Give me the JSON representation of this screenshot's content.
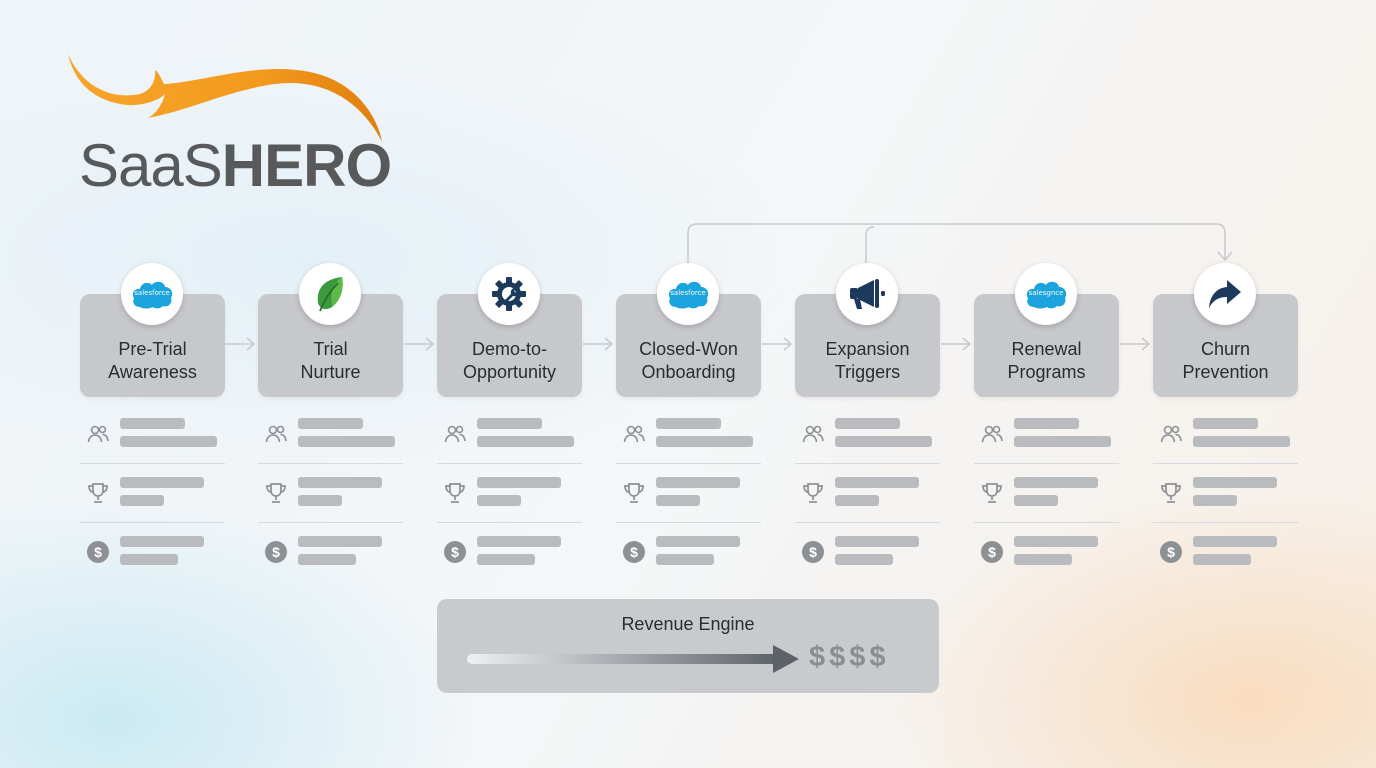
{
  "logo": {
    "text_light": "SaaS",
    "text_bold": "HERO"
  },
  "colors": {
    "brand_orange": "#f39a1e",
    "logo_gray": "#58595b",
    "card_gray": "#c6c8cc",
    "icon_navy": "#1d3a5c",
    "salesforce_blue": "#1ba3dd",
    "leaf_green": "#3b9a3e"
  },
  "stages": [
    {
      "title": "Pre-Trial\nAwareness",
      "icon": "salesforce-cloud-icon",
      "icon_text": "salesforce"
    },
    {
      "title": "Trial\nNurture",
      "icon": "leaf-icon"
    },
    {
      "title": "Demo-to-\nOpportunity",
      "icon": "gear-wrench-icon"
    },
    {
      "title": "Closed-Won\nOnboarding",
      "icon": "salesforce-cloud-icon",
      "icon_text": "salesforce"
    },
    {
      "title": "Expansion\nTriggers",
      "icon": "megaphone-icon"
    },
    {
      "title": "Renewal\nPrograms",
      "icon": "salesforce-cloud-icon",
      "icon_text": "salesgnce"
    },
    {
      "title": "Churn\nPrevention",
      "icon": "share-arrow-icon"
    }
  ],
  "metric_icons": [
    "users-icon",
    "trophy-icon",
    "dollar-icon"
  ],
  "engine": {
    "title": "Revenue Engine",
    "dollars": "$$$$"
  }
}
